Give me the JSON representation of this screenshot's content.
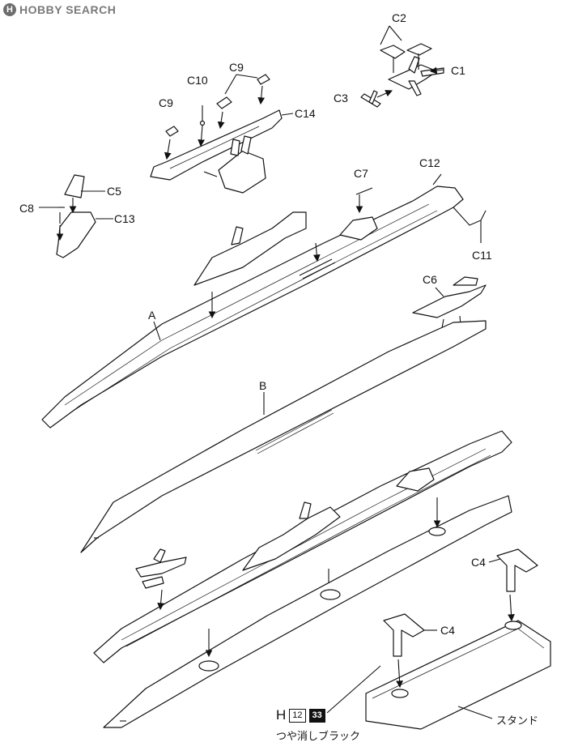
{
  "watermark": {
    "text": "HOBBY SEARCH"
  },
  "labels": {
    "c1": "C1",
    "c2": "C2",
    "c3": "C3",
    "c4a": "C4",
    "c4b": "C4",
    "c5": "C5",
    "c6": "C6",
    "c7": "C7",
    "c8": "C8",
    "c9a": "C9",
    "c9b": "C9",
    "c10": "C10",
    "c11": "C11",
    "c12": "C12",
    "c13": "C13",
    "c14": "C14",
    "a": "A",
    "b": "B"
  },
  "paint": {
    "code": "H",
    "num1": "12",
    "num2": "33",
    "name": "つや消しブラック"
  },
  "stand": {
    "label": "スタンド"
  }
}
